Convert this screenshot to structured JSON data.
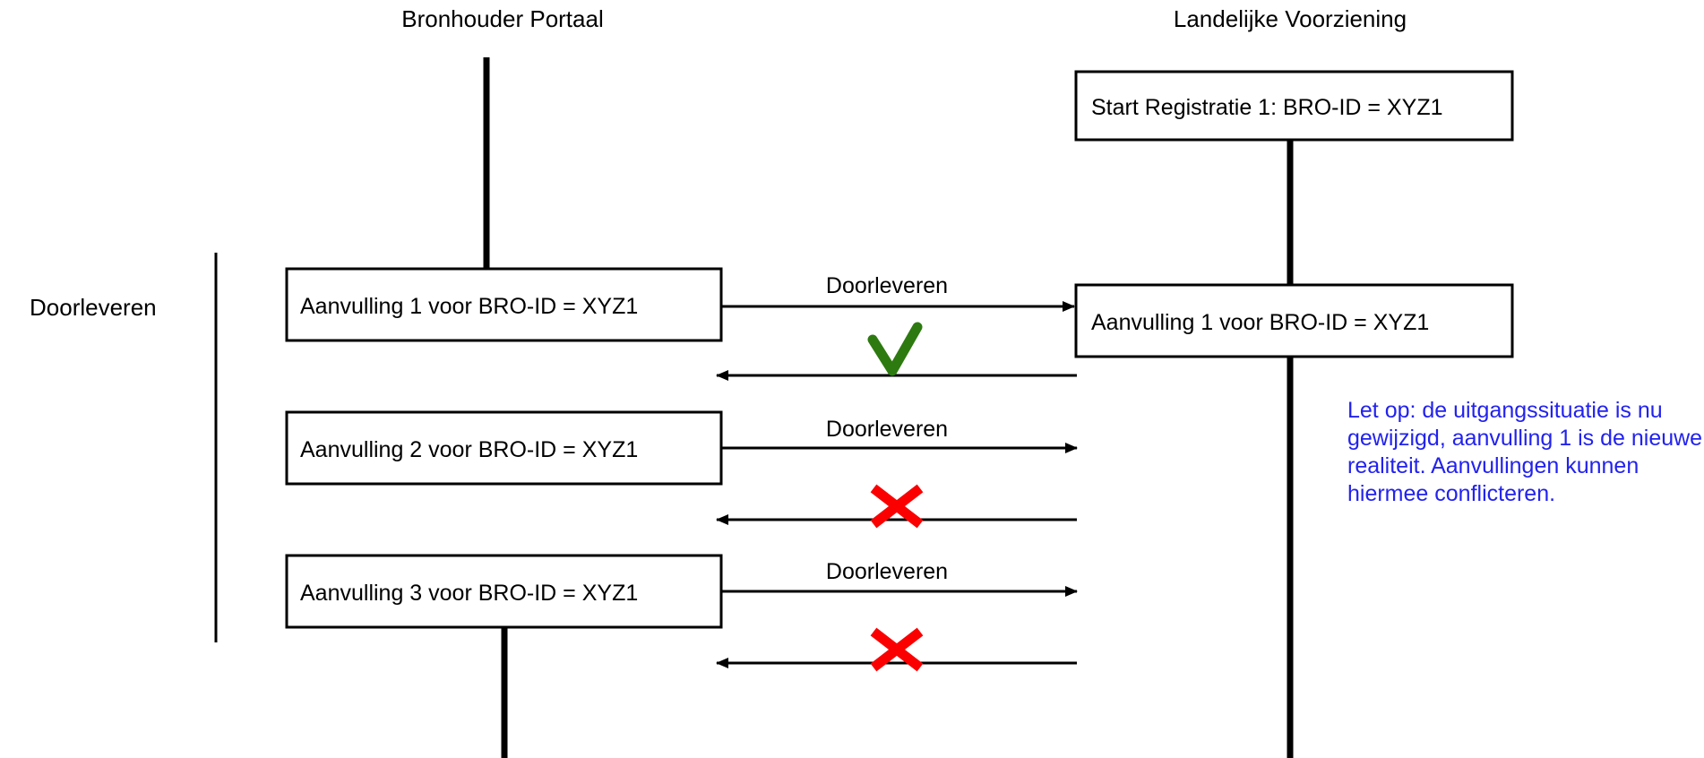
{
  "diagram": {
    "type": "sequence-diagram",
    "title_left": "Bronhouder Portaal",
    "title_right": "Landelijke Voorziening",
    "section_label": "Doorleveren",
    "lifelines": [
      {
        "name": "bronhouder-portaal",
        "label": "Bronhouder Portaal"
      },
      {
        "name": "landelijke-voorziening",
        "label": "Landelijke Voorziening"
      }
    ],
    "boxes": {
      "start_registratie": "Start Registratie 1: BRO-ID = XYZ1",
      "left_1": "Aanvulling 1 voor BRO-ID = XYZ1",
      "left_2": "Aanvulling 2 voor BRO-ID = XYZ1",
      "left_3": "Aanvulling 3 voor BRO-ID = XYZ1",
      "right_1": "Aanvulling 1 voor BRO-ID = XYZ1"
    },
    "messages": [
      {
        "name": "doorleveren-1",
        "label": "Doorleveren",
        "direction": "right",
        "result": "success"
      },
      {
        "name": "doorleveren-2",
        "label": "Doorleveren",
        "direction": "right",
        "result": "failure"
      },
      {
        "name": "doorleveren-3",
        "label": "Doorleveren",
        "direction": "right",
        "result": "failure"
      }
    ],
    "returns": [
      {
        "name": "return-1",
        "direction": "left",
        "marker": "check"
      },
      {
        "name": "return-2",
        "direction": "left",
        "marker": "cross"
      },
      {
        "name": "return-3",
        "direction": "left",
        "marker": "cross"
      }
    ],
    "note": {
      "lines": [
        "Let op: de uitgangssituatie is nu",
        "gewijzigd, aanvulling 1 is de nieuwe",
        "realiteit. Aanvullingen kunnen",
        "hiermee conflicteren."
      ],
      "color": "#2222ee"
    },
    "markers": {
      "check_color": "#2d7a10",
      "cross_color": "#fa0000",
      "check_name": "green-check-icon",
      "cross_name": "red-cross-icon"
    }
  }
}
